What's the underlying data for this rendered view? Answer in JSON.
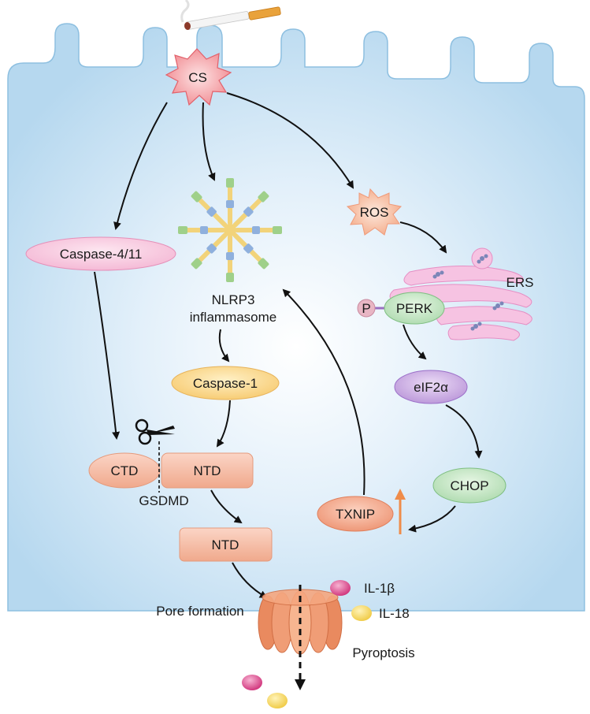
{
  "trigger": {
    "label": "CS"
  },
  "nodes": {
    "caspase411": "Caspase-4/11",
    "nlrp3_line1": "NLRP3",
    "nlrp3_line2": "inflammasome",
    "caspase1": "Caspase-1",
    "ros": "ROS",
    "ers": "ERS",
    "phospho": "P",
    "perk": "PERK",
    "eif2a": "eIF2α",
    "chop": "CHOP",
    "txnip": "TXNIP",
    "ctd": "CTD",
    "ntd_cleaved": "NTD",
    "gsdmd": "GSDMD",
    "ntd_free": "NTD",
    "il1b": "IL-1β",
    "il18": "IL-18",
    "pore_formation": "Pore formation",
    "pyroptosis": "Pyroptosis"
  },
  "colors": {
    "cell": "#bcdcf1",
    "cell_edge": "#7eb4d8",
    "cell_center": "#ffffff",
    "cs_star": "#f28e93",
    "ros_star": "#f9b79a",
    "caspase411": "#f7c6dd",
    "caspase1": "#f8d48a",
    "perk": "#bfe3c0",
    "eif2a": "#c8a6e0",
    "chop": "#bfe3c0",
    "txnip": "#f2987a",
    "gsdmd": "#f4b19a",
    "pore": "#f29a70",
    "il1b": "#d83a82",
    "il18": "#f2d35a",
    "er": "#f0a8d6",
    "up_arrow": "#ef8c4a"
  }
}
